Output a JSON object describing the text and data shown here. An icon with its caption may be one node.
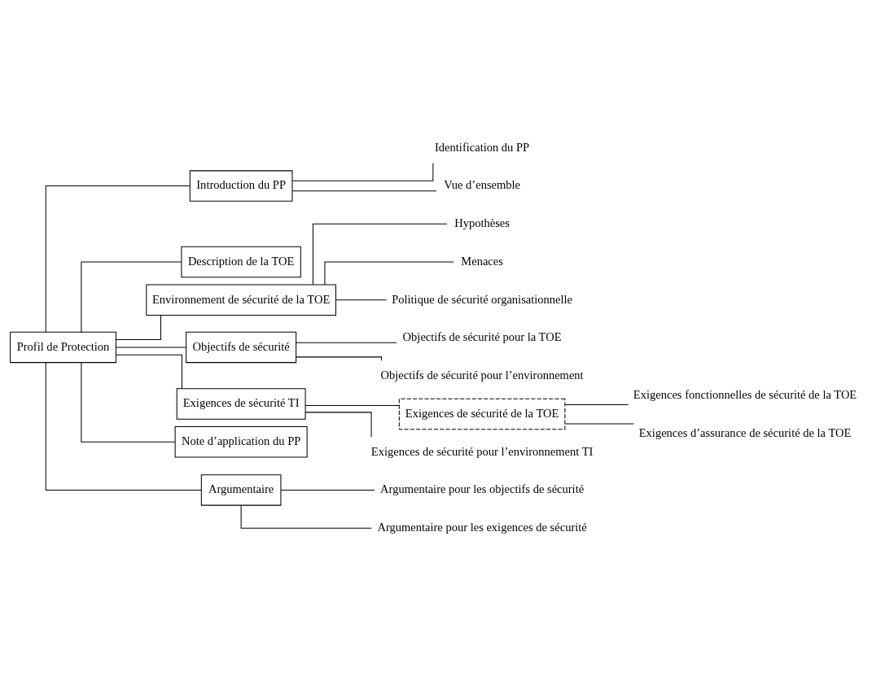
{
  "diagram": {
    "nodes": [
      {
        "text": [
          "Profil de Protection"
        ]
      },
      {
        "text": [
          "Introduction du PP"
        ]
      },
      {
        "text": [
          "Identification du PP"
        ]
      },
      {
        "text": [
          "Vue d’ensemble"
        ]
      },
      {
        "text": [
          "Description de la TOE"
        ]
      },
      {
        "text": [
          "Environnement de sécurité de la TOE"
        ]
      },
      {
        "text": [
          "Hypothèses"
        ]
      },
      {
        "text": [
          "Menaces"
        ]
      },
      {
        "text": [
          "Politique de sécurité organisationnelle"
        ]
      },
      {
        "text": [
          "Objectifs de sécurité"
        ]
      },
      {
        "text": [
          "Objectifs de sécurité pour la TOE"
        ]
      },
      {
        "text": [
          "Objectifs de sécurité pour l’environnement"
        ]
      },
      {
        "text": [
          "Exigences de sécurité TI"
        ]
      },
      {
        "text": [
          "Exigences de sécurité de la TOE"
        ]
      },
      {
        "text": [
          "Exigences fonctionnelles de sécurité de la TOE"
        ]
      },
      {
        "text": [
          "Exigences d’assurance de sécurité de la TOE"
        ]
      },
      {
        "text": [
          "Exigences de sécurité pour l’environnement TI"
        ]
      },
      {
        "text": [
          "Note d’application du PP"
        ]
      },
      {
        "text": [
          "Argumentaire"
        ]
      },
      {
        "text": [
          "Argumentaire pour les objectifs de sécurité"
        ]
      },
      {
        "text": [
          "Argumentaire pour les exigences de sécurité"
        ]
      }
    ],
    "edges": [
      {
        "from": 0,
        "to": 1,
        "arrow": "none"
      },
      {
        "from": 1,
        "to": 2,
        "arrow": "none"
      },
      {
        "from": 1,
        "to": 3,
        "arrow": "none"
      },
      {
        "from": 0,
        "to": 4,
        "arrow": "none"
      },
      {
        "from": 0,
        "to": 5,
        "arrow": "none"
      },
      {
        "from": 5,
        "to": 6,
        "arrow": "none"
      },
      {
        "from": 5,
        "to": 7,
        "arrow": "none"
      },
      {
        "from": 5,
        "to": 8,
        "arrow": "none"
      },
      {
        "from": 0,
        "to": 9,
        "arrow": "none"
      },
      {
        "from": 9,
        "to": 10,
        "arrow": "none"
      },
      {
        "from": 9,
        "to": 11,
        "arrow": "none"
      },
      {
        "from": 0,
        "to": 12,
        "arrow": "none"
      },
      {
        "from": 12,
        "to": 13,
        "arrow": "none"
      },
      {
        "from": 13,
        "to": 14,
        "arrow": "none"
      },
      {
        "from": 13,
        "to": 15,
        "arrow": "none"
      },
      {
        "from": 12,
        "to": 16,
        "arrow": "none"
      },
      {
        "from": 0,
        "to": 17,
        "arrow": "none"
      },
      {
        "from": 0,
        "to": 18,
        "arrow": "none"
      },
      {
        "from": 18,
        "to": 19,
        "arrow": "none"
      },
      {
        "from": 18,
        "to": 20,
        "arrow": "none"
      }
    ]
  }
}
